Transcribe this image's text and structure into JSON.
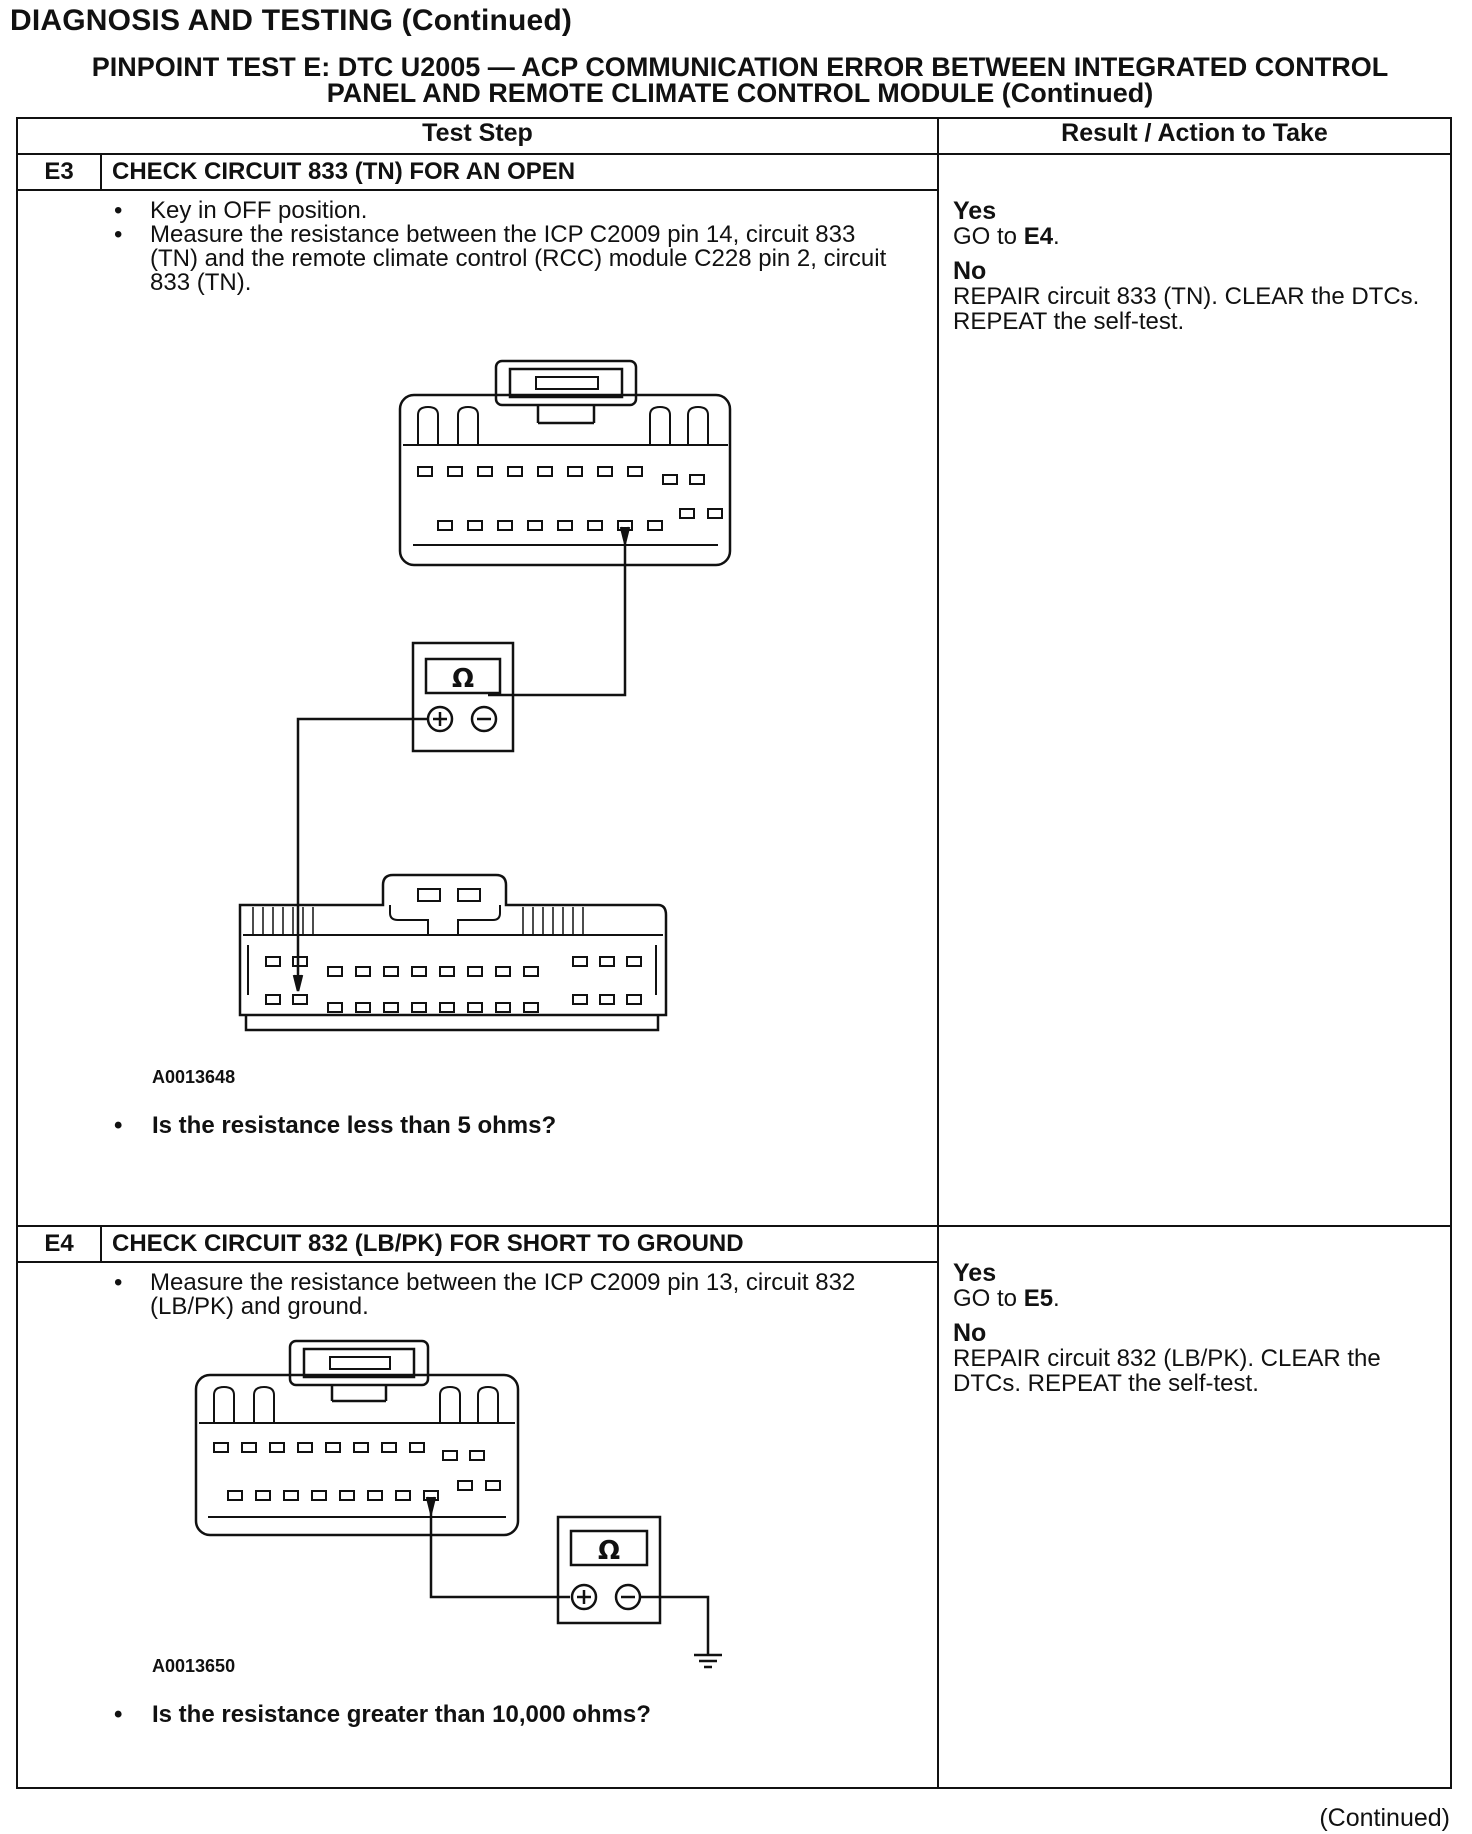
{
  "header": {
    "title": "DIAGNOSIS AND TESTING (Continued)",
    "test_title_line1": "PINPOINT TEST E: DTC U2005 — ACP COMMUNICATION ERROR BETWEEN INTEGRATED CONTROL",
    "test_title_line2": "PANEL AND REMOTE CLIMATE CONTROL MODULE (Continued)"
  },
  "table": {
    "col_test_step": "Test Step",
    "col_result": "Result / Action to Take"
  },
  "steps": [
    {
      "id": "E3",
      "title": "CHECK CIRCUIT 833 (TN) FOR AN OPEN",
      "bullets": [
        "Key in OFF position.",
        "Measure the resistance between the ICP C2009 pin 14, circuit 833 (TN) and the remote climate control (RCC) module C228 pin 2, circuit 833 (TN)."
      ],
      "figure_id": "A0013648",
      "meter_symbol": "Ω",
      "question": "Is the resistance less than 5 ohms?",
      "yes_label": "Yes",
      "yes_action_prefix": "GO to ",
      "yes_action_target": "E4",
      "yes_action_suffix": ".",
      "no_label": "No",
      "no_action": "REPAIR circuit 833 (TN). CLEAR the DTCs. REPEAT the self-test."
    },
    {
      "id": "E4",
      "title": "CHECK CIRCUIT 832 (LB/PK) FOR SHORT TO GROUND",
      "bullets": [
        "Measure the resistance between the ICP C2009 pin 13, circuit 832 (LB/PK) and ground."
      ],
      "figure_id": "A0013650",
      "meter_symbol": "Ω",
      "question": "Is the resistance greater than 10,000 ohms?",
      "yes_label": "Yes",
      "yes_action_prefix": "GO to ",
      "yes_action_target": "E5",
      "yes_action_suffix": ".",
      "no_label": "No",
      "no_action": "REPAIR circuit 832 (LB/PK). CLEAR the DTCs. REPEAT the self-test."
    }
  ],
  "footer": {
    "continued": "(Continued)"
  }
}
